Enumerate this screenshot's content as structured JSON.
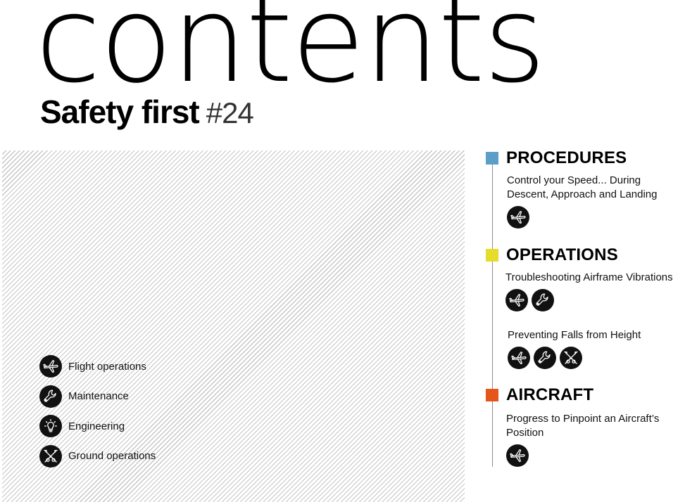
{
  "header": {
    "title": "contents",
    "subtitle": "Safety first",
    "issue": "#24"
  },
  "legend": [
    {
      "icon": "airplane-icon",
      "label": "Flight operations"
    },
    {
      "icon": "wrench-icon",
      "label": "Maintenance"
    },
    {
      "icon": "lightbulb-icon",
      "label": "Engineering"
    },
    {
      "icon": "ground-operations-icon",
      "label": "Ground operations"
    }
  ],
  "sections": [
    {
      "title": "PROCEDURES",
      "color": "#5b9fc9",
      "articles": [
        {
          "title": "Control your Speed... During Descent, Approach and Landing",
          "icons": [
            "airplane-icon"
          ]
        }
      ]
    },
    {
      "title": "OPERATIONS",
      "color": "#e6dc2a",
      "articles": [
        {
          "title": "Troubleshooting Airframe Vibrations",
          "icons": [
            "airplane-icon",
            "wrench-icon"
          ]
        },
        {
          "title": "Preventing Falls from Height",
          "icons": [
            "airplane-icon",
            "wrench-icon",
            "ground-operations-icon"
          ]
        }
      ]
    },
    {
      "title": "AIRCRAFT",
      "color": "#e4561a",
      "articles": [
        {
          "title": "Progress to Pinpoint an Aircraft’s Position",
          "icons": [
            "airplane-icon"
          ]
        }
      ]
    }
  ]
}
